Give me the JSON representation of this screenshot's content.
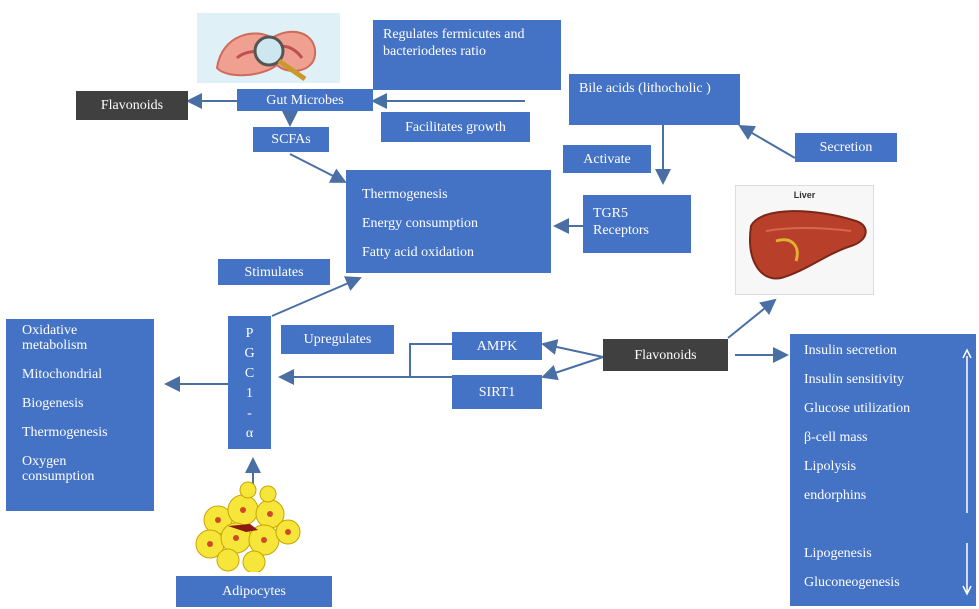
{
  "boxes": {
    "regulates": "Regulates fermicutes and bacteriodetes ratio",
    "bile_acids": "Bile acids (lithocholic )",
    "flavonoids_top": "Flavonoids",
    "gut_microbes": "Gut Microbes",
    "facilitates": "Facilitates growth",
    "scfas": "SCFAs",
    "activate": "Activate",
    "secretion": "Secretion",
    "tgr5": "TGR5 Receptors",
    "effects_center": [
      "Thermogenesis",
      "Energy consumption",
      "Fatty acid oxidation"
    ],
    "stimulates": "Stimulates",
    "upregulates": "Upregulates",
    "pgc1a": [
      "P",
      "G",
      "C",
      "1",
      "-",
      "α"
    ],
    "oxidative": [
      "Oxidative metabolism",
      "Mitochondrial",
      "Biogenesis",
      "Thermogenesis",
      "Oxygen consumption"
    ],
    "ampk": "AMPK",
    "sirt1": "SIRT1",
    "flavonoids_mid": "Flavonoids",
    "insulin": [
      "Insulin secretion",
      "Insulin sensitivity",
      "Glucose utilization",
      "β-cell mass",
      "Lipolysis",
      "endorphins",
      "",
      "Lipogenesis",
      "Gluconeogenesis"
    ],
    "adipocytes": "Adipocytes"
  },
  "images": {
    "gut": "gut-microbiome-magnifier-icon",
    "liver": "liver-illustration",
    "liver_label": "Liver",
    "fat": "adipocyte-cluster-illustration"
  },
  "colors": {
    "box": "#4472c4",
    "dark_box": "#404040",
    "arrow": "#4a6fa5"
  }
}
